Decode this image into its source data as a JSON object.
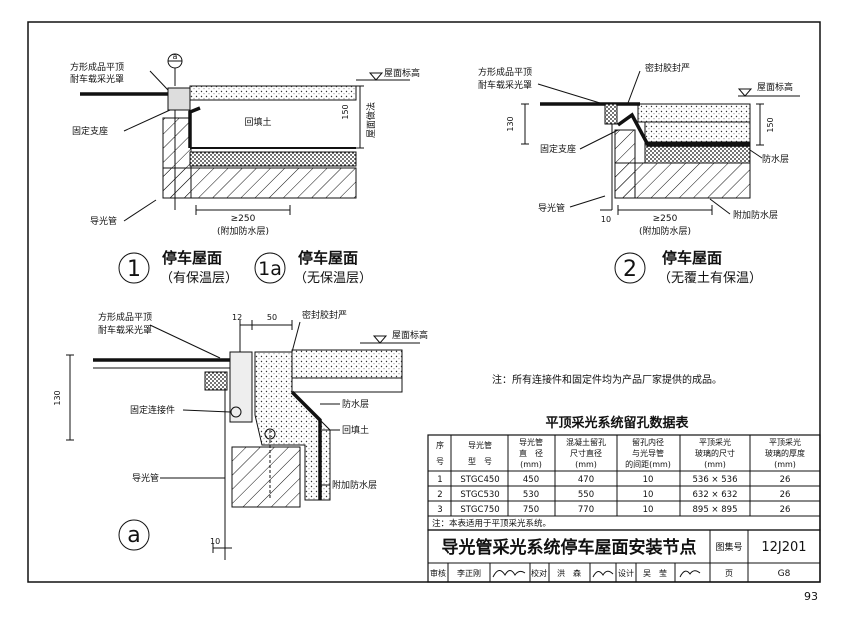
{
  "detail_1": {
    "callout_top": "方形成品平顶",
    "callout_cover": "耐车载采光罩",
    "support": "固定支座",
    "pipe": "导光管",
    "backfill": "回填土",
    "roof_level": "屋面标高",
    "depth_note": "屋面做法",
    "dim_150": "150",
    "dim_250": "≥250",
    "extra_waterproof": "(附加防水层)",
    "ref_mark": "a",
    "number_1": "1",
    "title_1": "停车屋面",
    "sub_1": "（有保温层）",
    "number_1a": "1a",
    "title_1a": "停车屋面",
    "sub_1a": "（无保温层）"
  },
  "detail_2": {
    "callout_top": "方形成品平顶",
    "callout_cover": "耐车载采光罩",
    "sealant": "密封胶封严",
    "roof_level": "屋面标高",
    "dim_130": "130",
    "dim_150": "150",
    "support": "固定支座",
    "waterproof": "防水层",
    "pipe": "导光管",
    "dim_10": "10",
    "dim_250": "≥250",
    "extra_waterproof_side": "附加防水层",
    "extra_waterproof": "(附加防水层)",
    "number": "2",
    "title": "停车屋面",
    "sub": "（无覆土有保温）"
  },
  "detail_a": {
    "callout_top": "方形成品平顶",
    "callout_cover": "耐车载采光罩",
    "dim_12": "12",
    "dim_50": "50",
    "sealant": "密封胶封严",
    "roof_level": "屋面标高",
    "dim_130": "130",
    "connector": "固定连接件",
    "waterproof": "防水层",
    "backfill": "回填土",
    "pipe": "导光管",
    "extra_waterproof": "附加防水层",
    "dim_10": "10",
    "mark": "a"
  },
  "note": "注：所有连接件和固定件均为产品厂家提供的成品。",
  "table": {
    "title": "平顶采光系统留孔数据表",
    "headers": [
      [
        "序",
        "号"
      ],
      [
        "导光管",
        "型　号"
      ],
      [
        "导光管",
        "直　径",
        "(mm)"
      ],
      [
        "混凝土留孔",
        "尺寸直径",
        "(mm)"
      ],
      [
        "留孔内径",
        "与光导管",
        "的间距(mm)"
      ],
      [
        "平顶采光",
        "玻璃的尺寸",
        "(mm)"
      ],
      [
        "平顶采光",
        "玻璃的厚度",
        "(mm)"
      ]
    ],
    "rows": [
      [
        "1",
        "STGC450",
        "450",
        "470",
        "10",
        "536 × 536",
        "26"
      ],
      [
        "2",
        "STGC530",
        "530",
        "550",
        "10",
        "632 × 632",
        "26"
      ],
      [
        "3",
        "STGC750",
        "750",
        "770",
        "10",
        "895 × 895",
        "26"
      ]
    ],
    "footnote": "注：本表适用于平顶采光系统。"
  },
  "title_block": {
    "drawing_title": "导光管采光系统停车屋面安装节点",
    "atlas_label": "图集号",
    "atlas_no": "12J201",
    "review_label": "审核",
    "review_name": "李正刚",
    "proof_label": "校对",
    "proof_name": "洪　森",
    "design_label": "设计",
    "design_name": "吴　莹",
    "page_label": "页",
    "page_code": "G8"
  },
  "page_number": "93"
}
